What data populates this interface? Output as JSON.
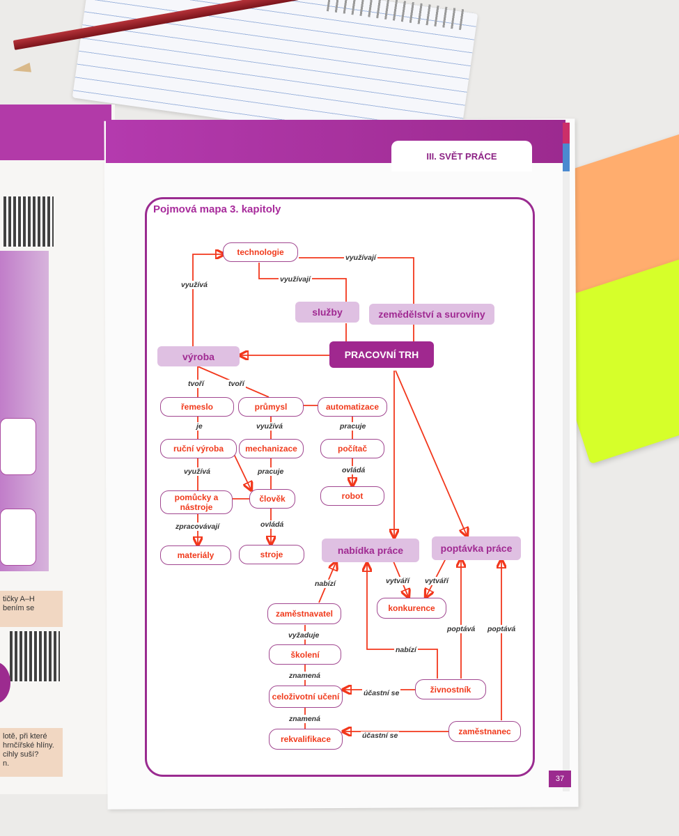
{
  "header": {
    "chapter": "III. SVĚT PRÁCE"
  },
  "map": {
    "title": "Pojmová mapa 3. kapitoly"
  },
  "nodes": {
    "technologie": "technologie",
    "sluzby": "služby",
    "zemedelstvi": "zemědělství a suroviny",
    "vyroba": "výroba",
    "pracovni_trh": "PRACOVNÍ TRH",
    "remeslo": "řemeslo",
    "prumysl": "průmysl",
    "automatizace": "automatizace",
    "rucni_vyroba": "ruční výroba",
    "mechanizace": "mechanizace",
    "pocitac": "počítač",
    "pomucky": "pomůcky a nástroje",
    "clovek": "člověk",
    "robot": "robot",
    "materialy": "materiály",
    "stroje": "stroje",
    "nabidka": "nabídka práce",
    "poptavka": "poptávka práce",
    "konkurence": "konkurence",
    "zamestnavatel": "zaměstnavatel",
    "skoleni": "školení",
    "celozivotni": "celoživotní učení",
    "zivnostnik": "živnostník",
    "rekvalifikace": "rekvalifikace",
    "zamestnanec": "zaměstnanec"
  },
  "links": {
    "vyuziva_vyroba_tech": "využívá",
    "vyuzivaji_tech_zem": "využívají",
    "vyuzivaji_tech_sluzby": "využívají",
    "tvori_1": "tvoří",
    "tvori_2": "tvoří",
    "je": "je",
    "vyuziva_prumysl": "využívá",
    "pracuje_auto": "pracuje",
    "vyuziva_rucni": "využívá",
    "pracuje_mech": "pracuje",
    "ovlada_pocitac": "ovládá",
    "zpracovavaji": "zpracovávají",
    "ovlada_clovek": "ovládá",
    "nabizi_zam": "nabízí",
    "vytvari_1": "vytváří",
    "vytvari_2": "vytváří",
    "vyzaduje": "vyžaduje",
    "poptava_1": "poptává",
    "poptava_2": "poptává",
    "nabizi_ziv": "nabízí",
    "znamena_1": "znamená",
    "ucastni_1": "účastní se",
    "znamena_2": "znamená",
    "ucastni_2": "účastní se"
  },
  "left_page": {
    "note1": "tičky A–H\nbením se",
    "note2": "lotě, při které\nhrnčířské hlíny.\ncihly suší?\nn."
  },
  "footer": {
    "page_number": "37"
  },
  "colors": {
    "accent": "#a0288f",
    "link": "#f2371c",
    "node_text": "#f03a1c"
  }
}
